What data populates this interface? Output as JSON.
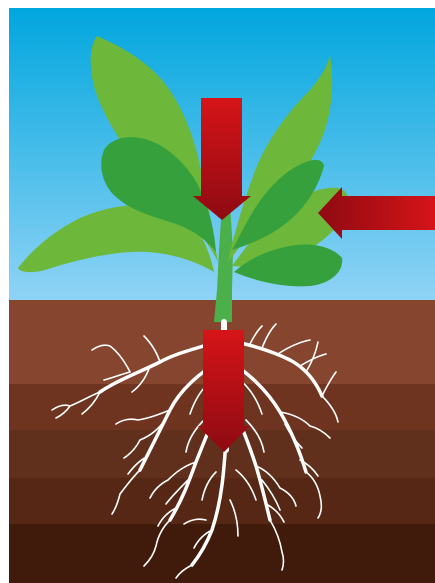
{
  "diagram": {
    "subject": "plant",
    "parts": [
      "leaves",
      "stem",
      "roots",
      "soil",
      "sky"
    ],
    "arrows": [
      {
        "id": "arrow-into-leaves",
        "direction": "down"
      },
      {
        "id": "arrow-from-right",
        "direction": "left"
      },
      {
        "id": "arrow-down-roots",
        "direction": "down"
      }
    ]
  },
  "colors": {
    "sky_top": "#00a6de",
    "sky_bottom": "#8fd3f5",
    "leaf_light": "#6db83a",
    "leaf_dark": "#35a03c",
    "stem": "#4cb04a",
    "soil_layers": [
      "#86452e",
      "#6e3420",
      "#61301c",
      "#552714",
      "#401a0a"
    ],
    "arrow_dark": "#8e0a12",
    "arrow_bright": "#d61418",
    "roots": "#ffffff"
  }
}
